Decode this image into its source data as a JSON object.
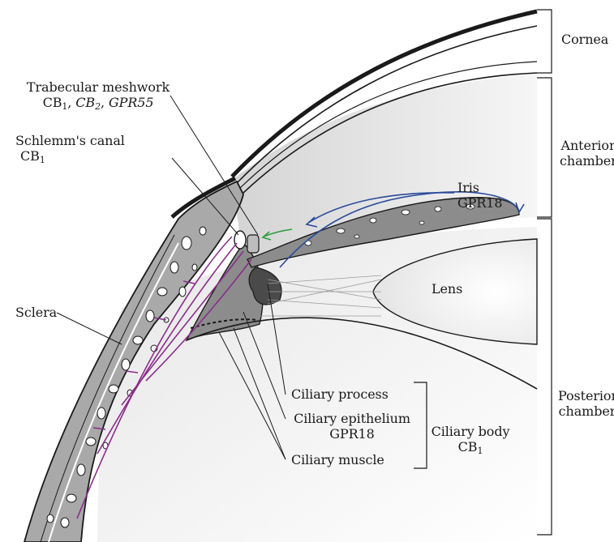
{
  "colors": {
    "sclera_fill": "#a9a9a9",
    "iris_fill": "#8c8c8c",
    "tissue_dark": "#4a4a4a",
    "chamber_shade": "#dcdcdc",
    "uveoscleral_arrow": "#8b2d8b",
    "trabecular_arrow": "#2e9e3e",
    "aqueous_flow_arrow": "#2a4a9a"
  },
  "labels": {
    "cornea": "Cornea",
    "trabecular": {
      "title": "Trabecular meshwork",
      "cb1": "CB",
      "cb1_sub": "1",
      "sep1": ", ",
      "cb2": "CB",
      "cb2_sub": "2",
      "sep2": ", ",
      "gpr55": "GPR55"
    },
    "schlemm": {
      "title": "Schlemm's canal",
      "cb": "CB",
      "cb_sub": "1"
    },
    "anterior_chamber": {
      "line1": "Anterior",
      "line2": "chamber"
    },
    "iris": {
      "name": "Iris",
      "receptor": "GPR18"
    },
    "lens": "Lens",
    "sclera": "Sclera",
    "ciliary_process": "Ciliary process",
    "ciliary_epithelium": {
      "name": "Ciliary epithelium",
      "receptor": "GPR18"
    },
    "ciliary_muscle": "Ciliary muscle",
    "ciliary_body": {
      "name": "Ciliary body",
      "cb": "CB",
      "cb_sub": "1"
    },
    "posterior_chamber": {
      "line1": "Posterior",
      "line2": "chamber"
    }
  }
}
